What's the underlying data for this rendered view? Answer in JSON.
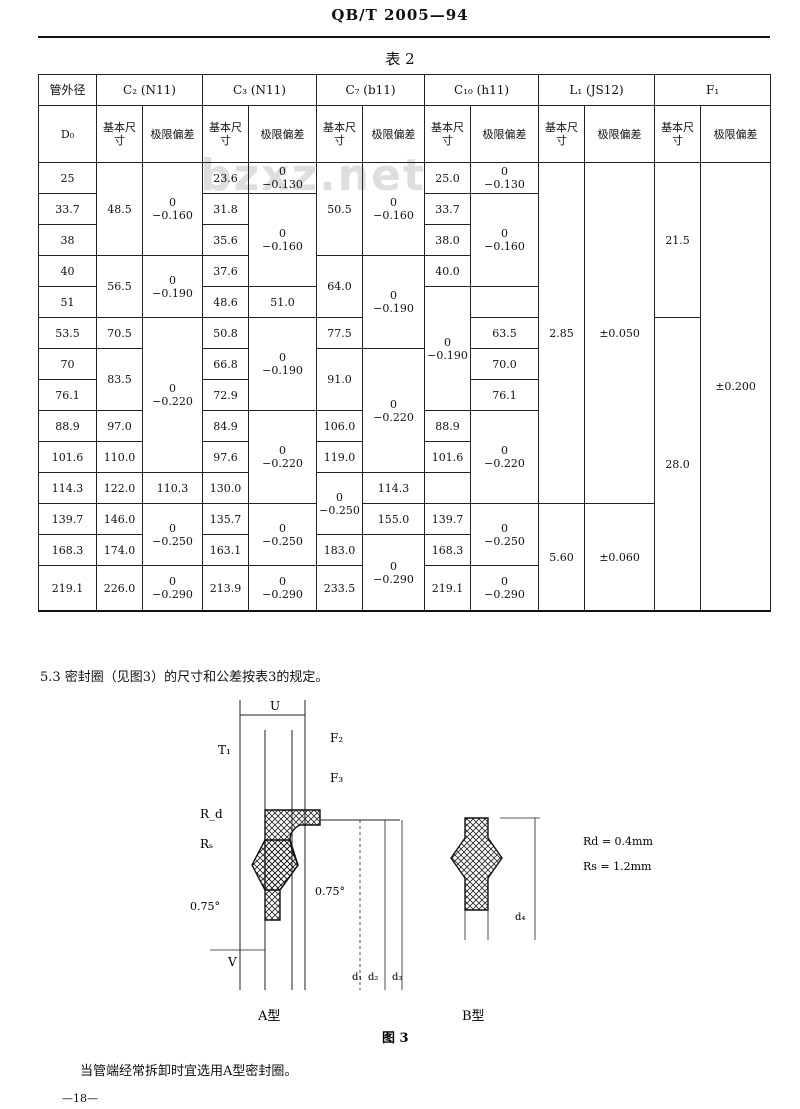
{
  "header": "QB/T 2005—94",
  "table_title": "表 2",
  "table": {
    "col0_top": "管外径",
    "col0_sub": "D₀",
    "groups": [
      {
        "name": "C₂ (N11)"
      },
      {
        "name": "C₃ (N11)"
      },
      {
        "name": "C₇ (b11)"
      },
      {
        "name": "C₁₀ (h11)"
      },
      {
        "name": "L₁ (JS12)"
      },
      {
        "name": "F₁"
      }
    ],
    "sub_basic": "基本尺寸",
    "sub_dev": "极限偏差",
    "d0": [
      "25",
      "33.7",
      "38",
      "40",
      "51",
      "53.5",
      "70",
      "76.1",
      "88.9",
      "101.6",
      "114.3",
      "139.7",
      "168.3",
      "219.1"
    ],
    "c2_basic": [
      "48.5",
      "56.5",
      "70.5",
      "83.5",
      "97.0",
      "110.0",
      "122.0",
      "146.0",
      "174.0",
      "226.0"
    ],
    "c2_dev": [
      "0\n−0.160",
      "0\n−0.190",
      "0\n−0.220",
      "0\n−0.250",
      "0\n−0.290"
    ],
    "c3_basic": [
      "23.6",
      "31.8",
      "35.6",
      "37.6",
      "48.6",
      "50.8",
      "66.8",
      "72.9",
      "84.9",
      "97.6",
      "110.3",
      "135.7",
      "163.1",
      "213.9"
    ],
    "c3_dev": [
      "0\n−0.130",
      "0\n−0.160",
      "0\n−0.190",
      "0\n−0.220",
      "0\n−0.250",
      "0\n−0.290"
    ],
    "c7_basic": [
      "50.5",
      "64.0",
      "77.5",
      "91.0",
      "106.0",
      "119.0",
      "130.0",
      "155.0",
      "183.0",
      "233.5"
    ],
    "c7_dev": [
      "0\n−0.160",
      "0\n−0.190",
      "0\n−0.220",
      "0\n−0.250",
      "0\n−0.290"
    ],
    "c10_basic": [
      "25.0",
      "33.7",
      "38.0",
      "40.0",
      "51.0",
      "63.5",
      "70.0",
      "76.1",
      "88.9",
      "101.6",
      "114.3",
      "139.7",
      "168.3",
      "219.1"
    ],
    "c10_dev": [
      "0\n−0.130",
      "0\n−0.160",
      "0\n−0.190",
      "0\n−0.220",
      "0\n−0.250",
      "0\n−0.290"
    ],
    "l1_basic": [
      "2.85",
      "5.60"
    ],
    "l1_dev": [
      "±0.050",
      "±0.060"
    ],
    "f1_basic": [
      "21.5",
      "28.0"
    ],
    "f1_dev": "±0.200"
  },
  "para_53": "5.3  密封圈（见图3）的尺寸和公差按表3的规定。",
  "figure": {
    "labels": {
      "U": "U",
      "T1": "T₁",
      "F2": "F₂",
      "F3": "F₃",
      "Rd": "R_d",
      "Rs": "Rₛ",
      "angle_left": "0.75°",
      "angle_right": "0.75°",
      "V": "V",
      "d1": "d₁",
      "d2": "d₂",
      "d3": "d₃",
      "d4": "d₄",
      "type_a": "A型",
      "type_b": "B型",
      "caption": "图  3"
    },
    "notes": [
      "Rd = 0.4mm",
      "Rs = 1.2mm"
    ]
  },
  "note_text": "当管端经常拆卸时宜选用A型密封圈。",
  "watermark": "bzxz.net",
  "page_no": "—18—"
}
